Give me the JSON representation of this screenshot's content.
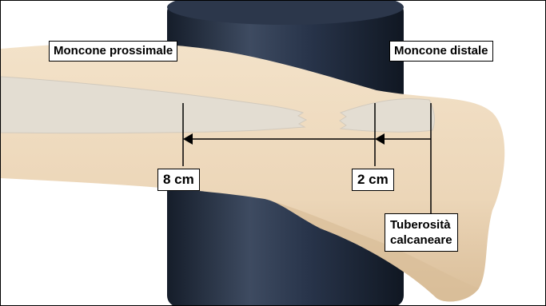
{
  "labels": {
    "proximal_stump": "Moncone prossimale",
    "distal_stump": "Moncone distale",
    "measure_8cm": "8 cm",
    "measure_2cm": "2 cm",
    "calcaneal_tuberosity_line1": "Tuberosità",
    "calcaneal_tuberosity_line2": "calcaneare"
  },
  "colors": {
    "skin": "#eed9bd",
    "skin_shadow": "#dcc2a0",
    "tendon": "#e2ddd3",
    "support": "#1f2a3a",
    "support_highlight": "#45536a",
    "line": "#000000"
  }
}
